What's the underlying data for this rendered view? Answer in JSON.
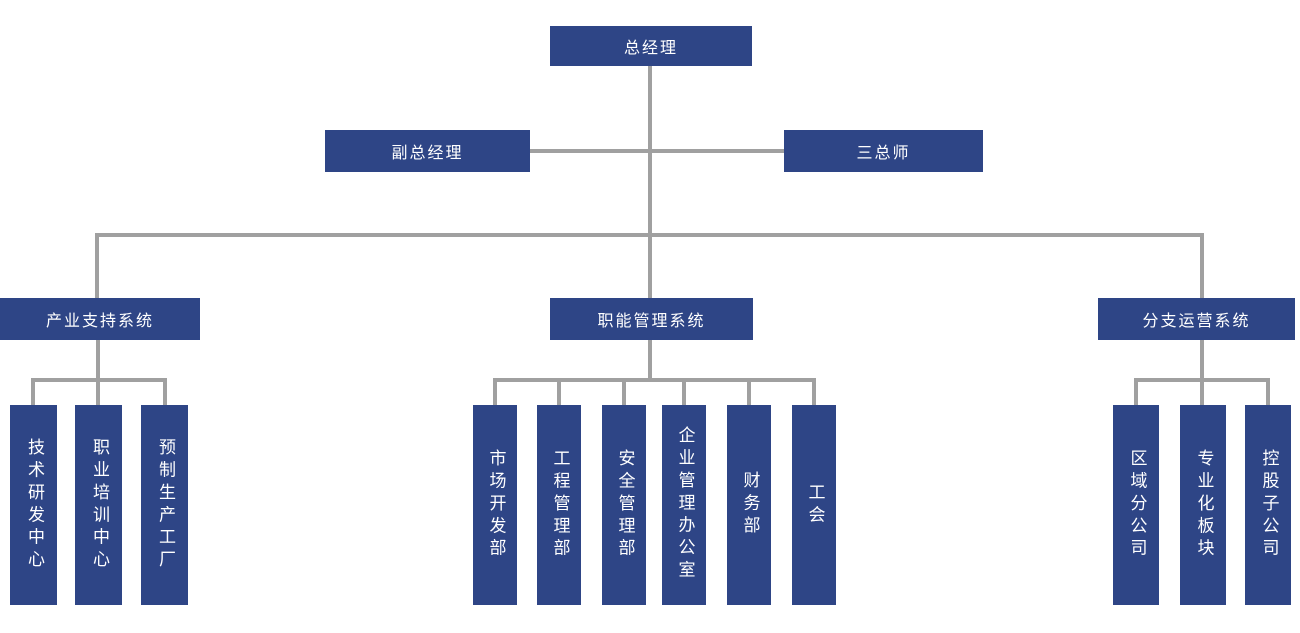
{
  "diagram_type": "org-chart",
  "colors": {
    "node_fill": "#2e4586",
    "node_text": "#ffffff",
    "connector": "#a0a0a0",
    "background": "#ffffff"
  },
  "org": {
    "root": {
      "label": "总经理"
    },
    "deputies": [
      {
        "label": "副总经理"
      },
      {
        "label": "三总师"
      }
    ],
    "systems": [
      {
        "label": "产业支持系统",
        "children": [
          "技术研发中心",
          "职业培训中心",
          "预制生产工厂"
        ]
      },
      {
        "label": "职能管理系统",
        "children": [
          "市场开发部",
          "工程管理部",
          "安全管理部",
          "企业管理办公室",
          "财务部",
          "工会"
        ]
      },
      {
        "label": "分支运营系统",
        "children": [
          "区域分公司",
          "专业化板块",
          "控股子公司"
        ]
      }
    ]
  }
}
